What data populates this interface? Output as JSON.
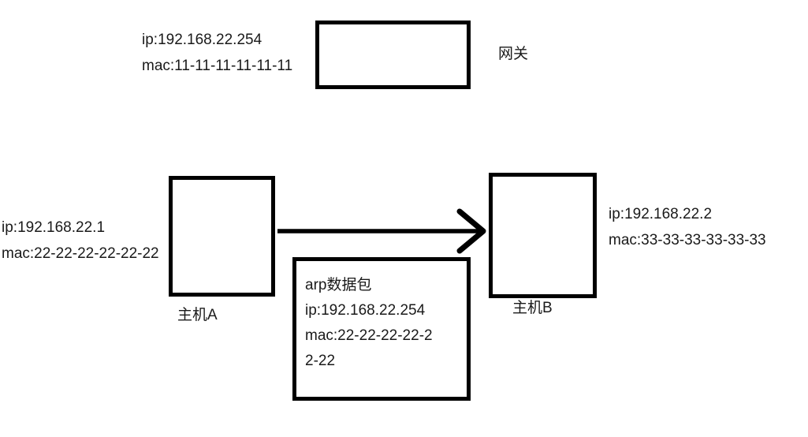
{
  "colors": {
    "stroke": "#000000",
    "text": "#1a1a1a",
    "background": "#ffffff"
  },
  "gateway": {
    "name": "网关",
    "ip": "ip:192.168.22.254",
    "mac": "mac:11-11-11-11-11-11"
  },
  "host_a": {
    "name": "主机A",
    "ip": "ip:192.168.22.1",
    "mac": "mac:22-22-22-22-22-22"
  },
  "host_b": {
    "name": "主机B",
    "ip": "ip:192.168.22.2",
    "mac": "mac:33-33-33-33-33-33"
  },
  "arp_packet": {
    "lines": [
      "arp数据包",
      "ip:192.168.22.254",
      "mac:22-22-22-22-2",
      "2-22"
    ]
  }
}
